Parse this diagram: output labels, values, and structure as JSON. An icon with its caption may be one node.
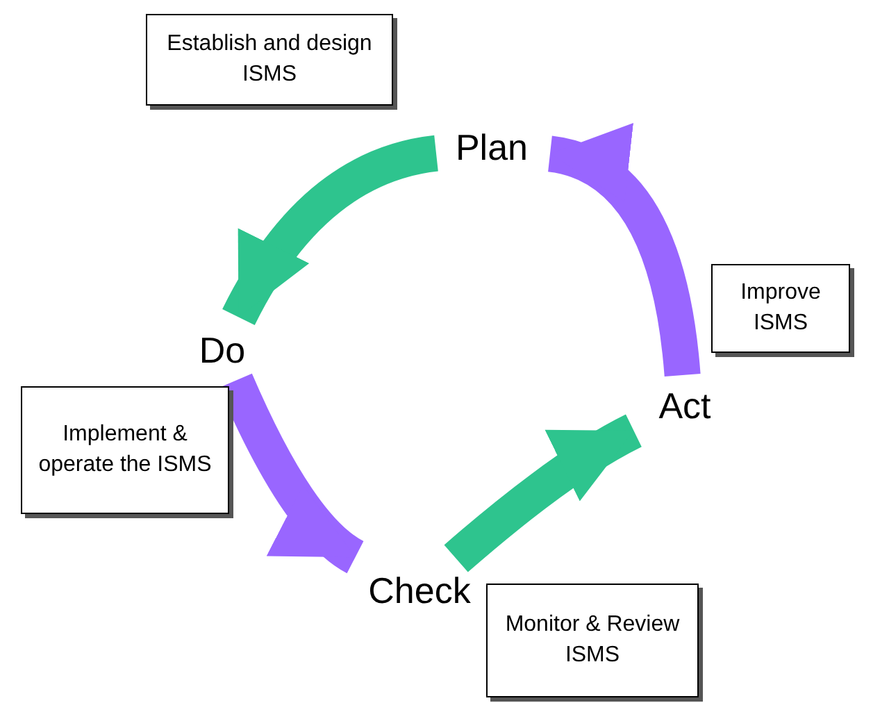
{
  "diagram": {
    "nodes": [
      {
        "text": [
          "Establish and design ISMS"
        ]
      },
      {
        "text": [
          "Plan"
        ]
      },
      {
        "text": [
          "Improve ISMS"
        ]
      },
      {
        "text": [
          "Do"
        ]
      },
      {
        "text": [
          "Act"
        ]
      },
      {
        "text": [
          "Implement & operate the ISMS"
        ]
      },
      {
        "text": [
          "Check"
        ]
      },
      {
        "text": [
          "Monitor & Review ISMS"
        ]
      }
    ],
    "edges": [
      {
        "from": 1,
        "to": 3,
        "arrow": "to",
        "color": "#2ec48e"
      },
      {
        "from": 3,
        "to": 6,
        "arrow": "to",
        "color": "#9966ff"
      },
      {
        "from": 6,
        "to": 4,
        "arrow": "to",
        "color": "#2ec48e"
      },
      {
        "from": 4,
        "to": 1,
        "arrow": "to",
        "color": "#9966ff"
      }
    ]
  }
}
